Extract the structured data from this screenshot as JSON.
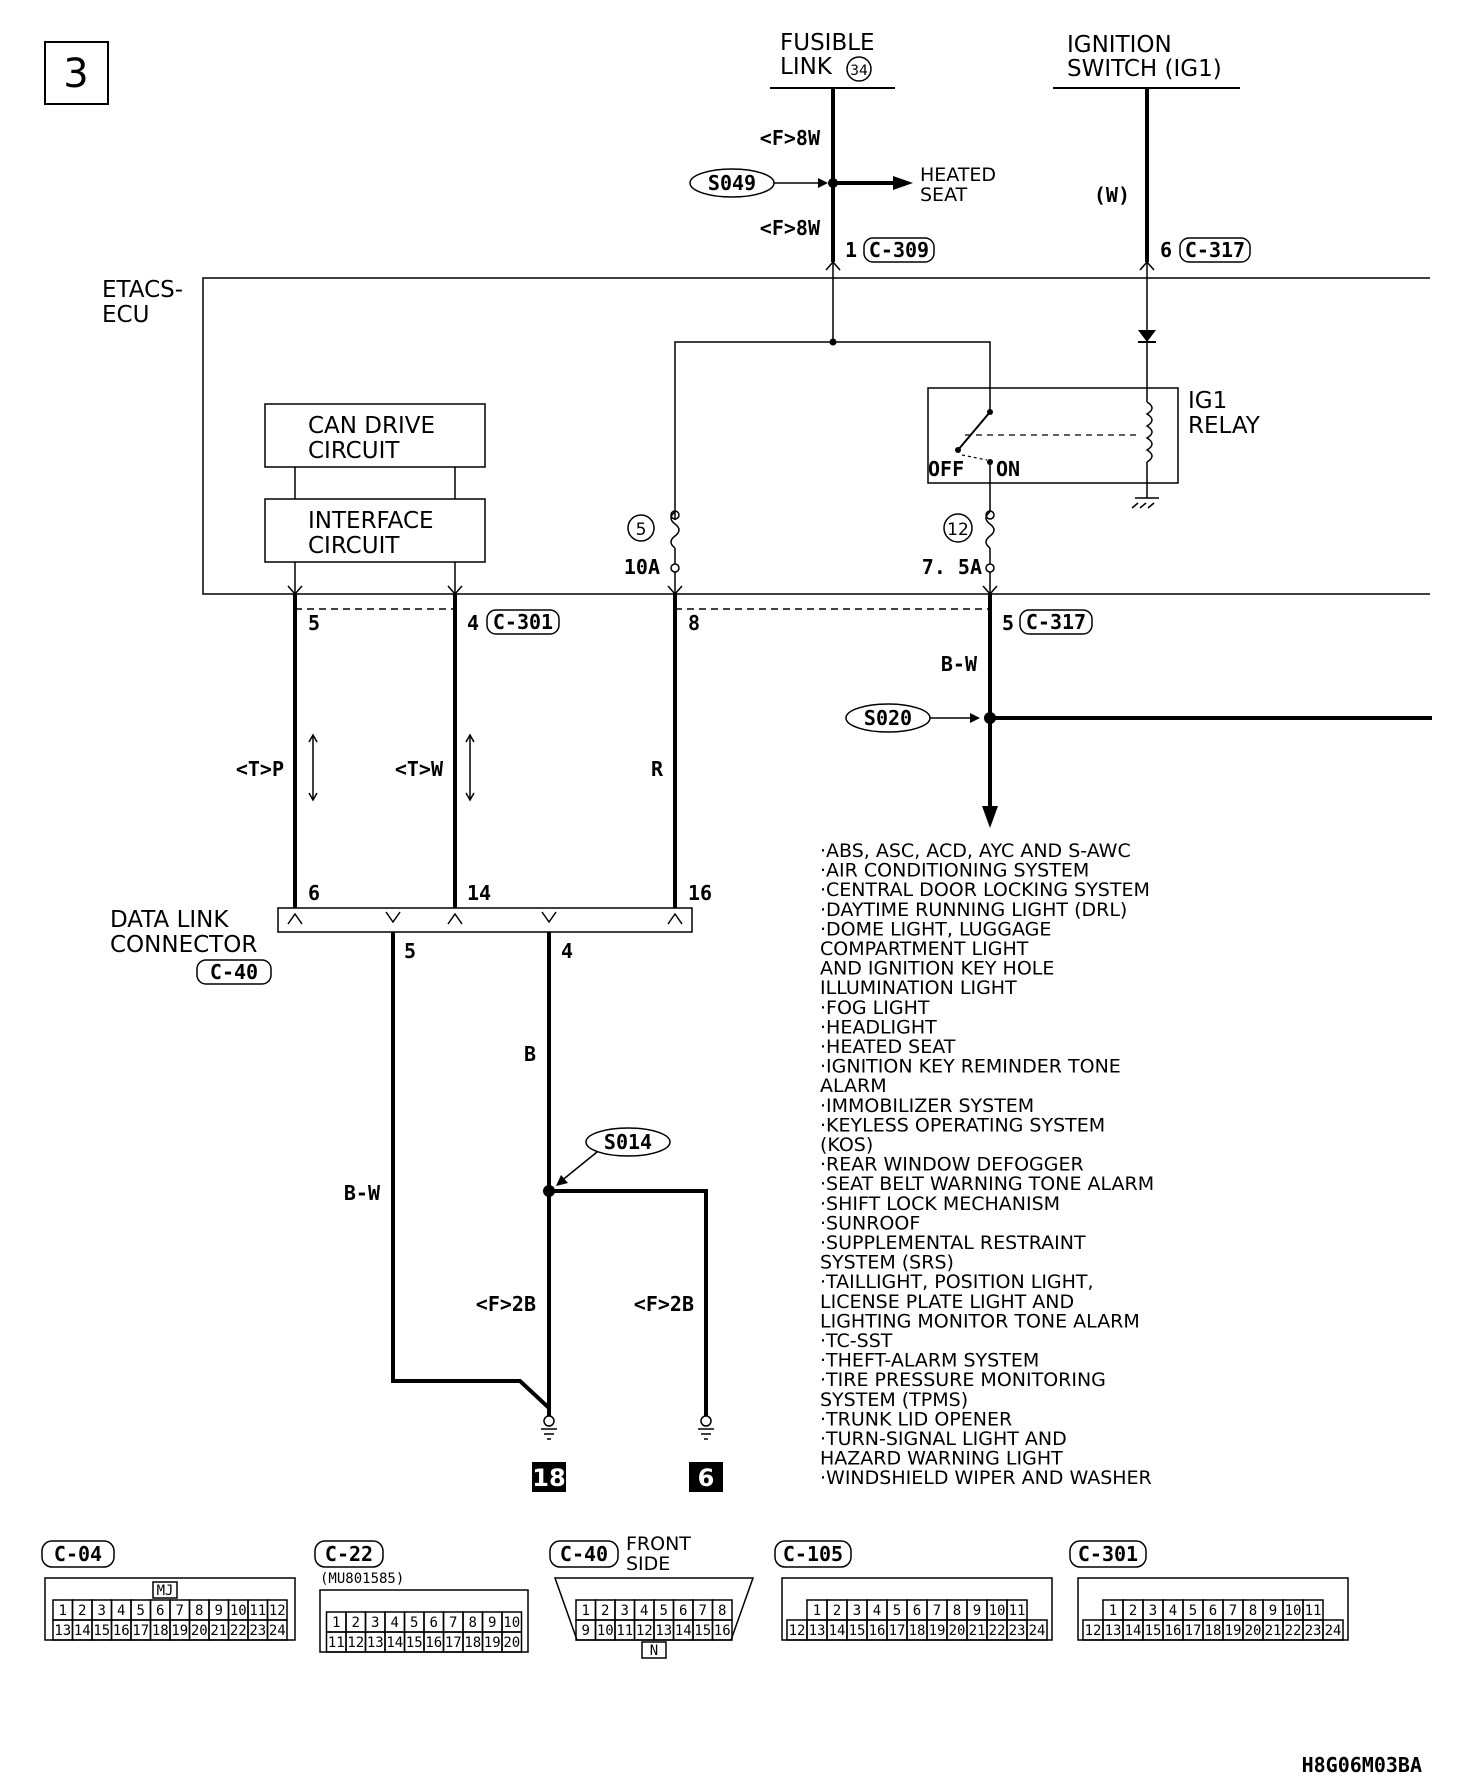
{
  "page_number": "3",
  "fusible_link": {
    "label_line1": "FUSIBLE",
    "label_line2": "LINK",
    "number": "34"
  },
  "ignition_switch": {
    "label_line1": "IGNITION",
    "label_line2": "SWITCH (IG1)"
  },
  "ecu_label": {
    "line1": "ETACS-",
    "line2": "ECU"
  },
  "wires": {
    "f8w_top": "<F>8W",
    "f8w_bottom": "<F>8W",
    "w": "(W)",
    "bw_right": "B-W",
    "tp": "<T>P",
    "tw": "<T>W",
    "r": "R",
    "b": "B",
    "bw_left": "B-W",
    "f2b_left": "<F>2B",
    "f2b_right": "<F>2B"
  },
  "splices": {
    "s049": "S049",
    "s020": "S020",
    "s014": "S014"
  },
  "heated_seat_arrow": {
    "line1": "HEATED",
    "line2": "SEAT"
  },
  "connector_refs": {
    "c309_pin": "1",
    "c309": "C-309",
    "c317_top_pin": "6",
    "c317_top": "C-317",
    "c301_pin5": "5",
    "c301_pin4": "4",
    "c301": "C-301",
    "c317_pin8": "8",
    "c317_pin5": "5",
    "c317_bottom": "C-317"
  },
  "can_drive": {
    "line1": "CAN DRIVE",
    "line2": "CIRCUIT"
  },
  "interface": {
    "line1": "INTERFACE",
    "line2": "CIRCUIT"
  },
  "ig1_relay": {
    "line1": "IG1",
    "line2": "RELAY",
    "off": "OFF",
    "on": "ON"
  },
  "fuses": {
    "fuse5_num": "5",
    "fuse5_amp": "10A",
    "fuse12_num": "12",
    "fuse12_amp": "7. 5A"
  },
  "data_link": {
    "line1": "DATA LINK",
    "line2": "CONNECTOR",
    "code": "C-40",
    "pin6": "6",
    "pin14": "14",
    "pin16": "16",
    "pin5": "5",
    "pin4": "4"
  },
  "grounds": {
    "g18": "18",
    "g6": "6"
  },
  "systems": [
    "·ABS, ASC, ACD, AYC AND S-AWC",
    "·AIR CONDITIONING SYSTEM",
    "·CENTRAL DOOR LOCKING SYSTEM",
    "·DAYTIME RUNNING LIGHT (DRL)",
    "·DOME LIGHT, LUGGAGE",
    " COMPARTMENT LIGHT",
    " AND IGNITION KEY HOLE",
    " ILLUMINATION LIGHT",
    "·FOG LIGHT",
    "·HEADLIGHT",
    "·HEATED SEAT",
    "·IGNITION KEY REMINDER TONE",
    " ALARM",
    "·IMMOBILIZER SYSTEM",
    "·KEYLESS OPERATING SYSTEM",
    " (KOS)",
    "·REAR WINDOW DEFOGGER",
    "·SEAT BELT WARNING TONE ALARM",
    "·SHIFT LOCK MECHANISM",
    "·SUNROOF",
    "·SUPPLEMENTAL RESTRAINT",
    " SYSTEM (SRS)",
    "·TAILLIGHT, POSITION LIGHT,",
    " LICENSE PLATE LIGHT AND",
    " LIGHTING MONITOR TONE ALARM",
    "·TC-SST",
    "·THEFT-ALARM SYSTEM",
    "·TIRE PRESSURE MONITORING",
    " SYSTEM (TPMS)",
    "·TRUNK LID OPENER",
    "·TURN-SIGNAL LIGHT AND",
    " HAZARD WARNING LIGHT",
    "·WINDSHIELD WIPER AND WASHER"
  ],
  "connector_faces": [
    {
      "code": "C-04",
      "tag": "MJ",
      "rows": [
        [
          "1",
          "2",
          "3",
          "4",
          "5",
          "6",
          "7",
          "8",
          "9",
          "10",
          "11",
          "12"
        ],
        [
          "13",
          "14",
          "15",
          "16",
          "17",
          "18",
          "19",
          "20",
          "21",
          "22",
          "23",
          "24"
        ]
      ]
    },
    {
      "code": "C-22",
      "part": "(MU801585)",
      "rows": [
        [
          "1",
          "2",
          "3",
          "4",
          "5",
          "6",
          "7",
          "8",
          "9",
          "10"
        ],
        [
          "11",
          "12",
          "13",
          "14",
          "15",
          "16",
          "17",
          "18",
          "19",
          "20"
        ]
      ]
    },
    {
      "code": "C-40",
      "note_line1": "FRONT",
      "note_line2": "SIDE",
      "tag": "N",
      "rows": [
        [
          "1",
          "2",
          "3",
          "4",
          "5",
          "6",
          "7",
          "8"
        ],
        [
          "9",
          "10",
          "11",
          "12",
          "13",
          "14",
          "15",
          "16"
        ]
      ]
    },
    {
      "code": "C-105",
      "rows": [
        [
          "1",
          "2",
          "3",
          "4",
          "5",
          "6",
          "7",
          "8",
          "9",
          "10",
          "11"
        ],
        [
          "12",
          "13",
          "14",
          "15",
          "16",
          "17",
          "18",
          "19",
          "20",
          "21",
          "22",
          "23",
          "24"
        ]
      ]
    },
    {
      "code": "C-301",
      "rows": [
        [
          "1",
          "2",
          "3",
          "4",
          "5",
          "6",
          "7",
          "8",
          "9",
          "10",
          "11"
        ],
        [
          "12",
          "13",
          "14",
          "15",
          "16",
          "17",
          "18",
          "19",
          "20",
          "21",
          "22",
          "23",
          "24"
        ]
      ]
    }
  ],
  "figure_code": "H8G06M03BA"
}
